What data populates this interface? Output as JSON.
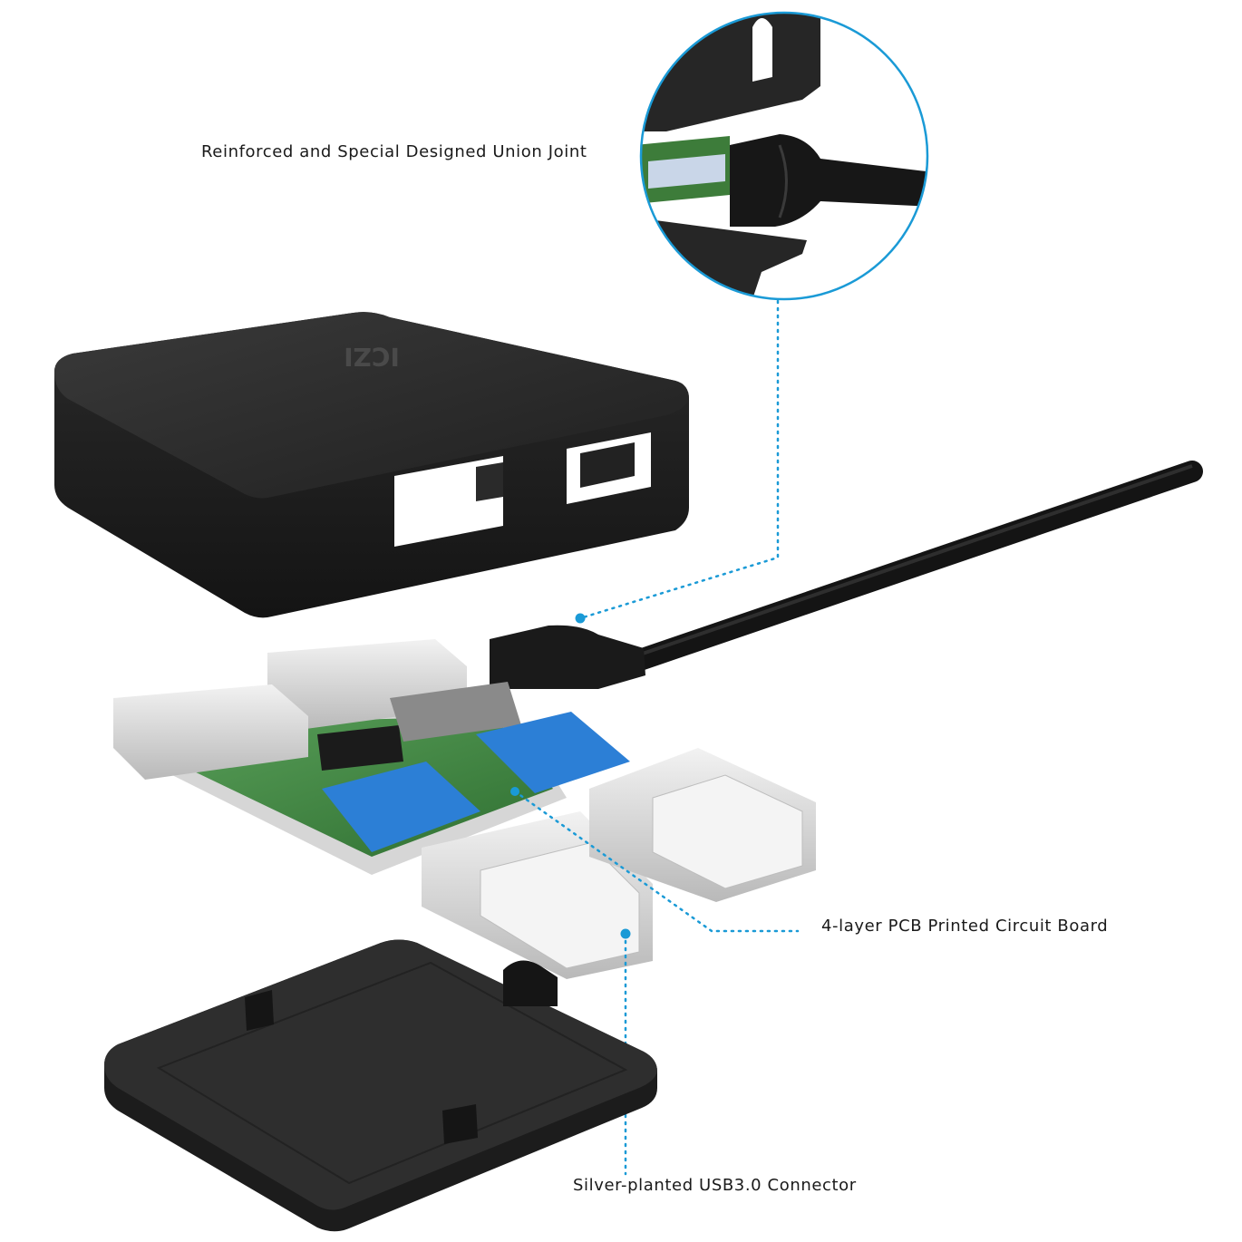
{
  "callouts": {
    "union_joint": "Reinforced and Special Designed Union Joint",
    "pcb": "4-layer PCB Printed Circuit Board",
    "connector": "Silver-planted USB3.0 Connector"
  },
  "brand_logo": "ICZI",
  "colors": {
    "accent": "#1a9ad6",
    "housing": "#2b2b2b",
    "pcb": "#3f8a3c",
    "usb_blue": "#2c7fd6",
    "metal": "#d9d9d9"
  },
  "icons": {
    "hub_case": "hub-top-housing",
    "hub_base": "hub-bottom-plate",
    "cable": "usb-cable",
    "board": "pcb-board",
    "ports": "usb-port"
  }
}
